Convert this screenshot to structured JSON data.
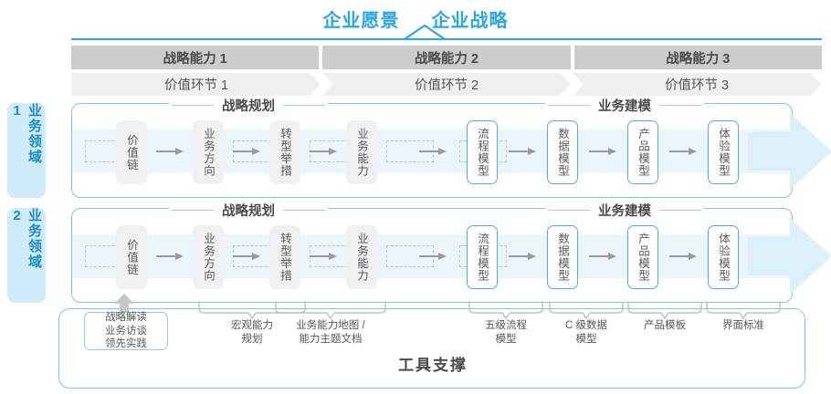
{
  "header": {
    "vision": "企业愿景",
    "strategy": "企业战略",
    "accent_color": "#2ba6de"
  },
  "capabilities": [
    {
      "label": "战略能力 1"
    },
    {
      "label": "战略能力 2"
    },
    {
      "label": "战略能力 3"
    }
  ],
  "value_links": [
    {
      "label": "价值环节 1"
    },
    {
      "label": "价值环节 2"
    },
    {
      "label": "价值环节 3"
    }
  ],
  "domains": [
    {
      "label": "业务领域 1"
    },
    {
      "label": "业务领域 2"
    }
  ],
  "sections": {
    "planning": "战略规划",
    "modeling": "业务建模"
  },
  "nodes": {
    "planning": [
      {
        "label": "价值链",
        "style": "gray"
      },
      {
        "label": "业务方向",
        "style": "gray"
      },
      {
        "label": "转型举措",
        "style": "gray"
      },
      {
        "label": "业务能力",
        "style": "gray"
      }
    ],
    "modeling": [
      {
        "label": "流程模型",
        "style": "blue"
      },
      {
        "label": "数据模型",
        "style": "blue"
      },
      {
        "label": "产品模型",
        "style": "blue"
      },
      {
        "label": "体验模型",
        "style": "blue"
      }
    ]
  },
  "callout": {
    "line1": "战略解读",
    "line2": "业务访谈",
    "line3": "领先实践"
  },
  "annotations": [
    {
      "line1": "宏观能力",
      "line2": "规划"
    },
    {
      "line1": "业务能力地图 /",
      "line2": "能力主题文档"
    },
    {
      "line1": "五级流程",
      "line2": "模型"
    },
    {
      "line1": "C 级数据",
      "line2": "模型"
    },
    {
      "line1": "产品模板",
      "line2": ""
    },
    {
      "line1": "界面标准",
      "line2": ""
    }
  ],
  "footer": {
    "tool_support": "工具支撑"
  },
  "colors": {
    "blue_accent": "#2ba6de",
    "border_blue": "#7ec4e5",
    "band_blue": "#eaf6fc",
    "arrow_blue": "#dcf0fa",
    "domain_blue": "#cfeaf8",
    "cap_gray": "#cbcccd",
    "value_gray": "#eeefef",
    "node_gray": "#f0f0f0"
  }
}
